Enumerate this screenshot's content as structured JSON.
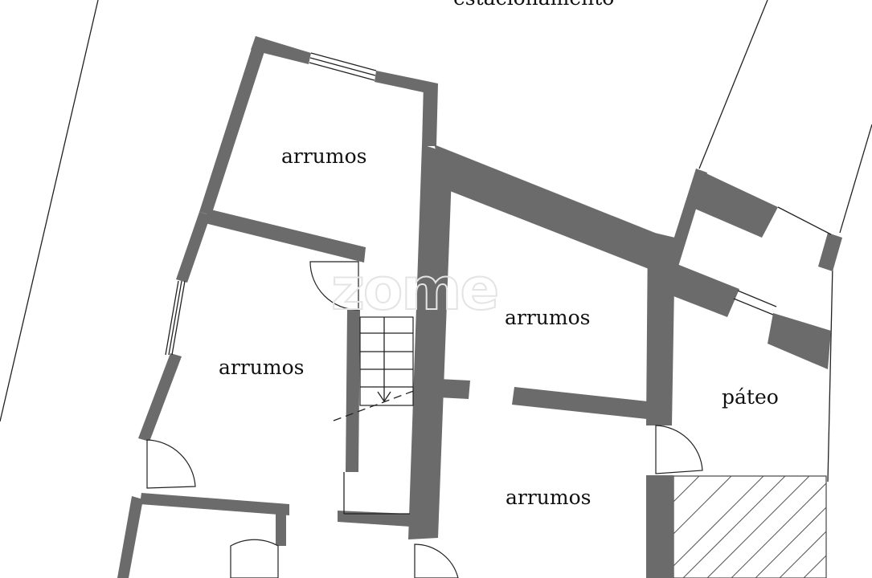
{
  "plan": {
    "top_label": "estacionamento",
    "watermark": "zome",
    "rooms": [
      {
        "label": "arrumos"
      },
      {
        "label": "arrumos"
      },
      {
        "label": "arrumos"
      },
      {
        "label": "arrumos"
      },
      {
        "label": "páteo"
      }
    ]
  },
  "colors": {
    "wall": "#6b6b6b",
    "line": "#222222",
    "background": "#ffffff"
  }
}
